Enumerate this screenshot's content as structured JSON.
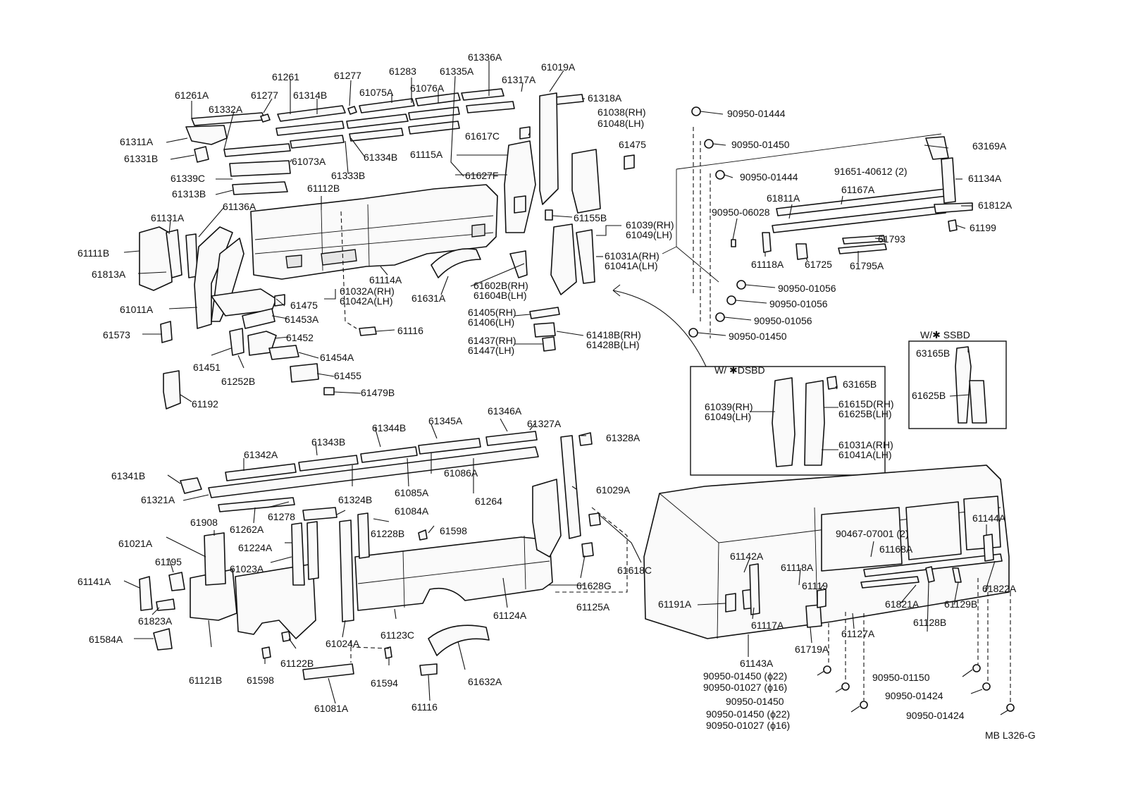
{
  "diagram": {
    "code": "MB L326-G",
    "inset_dsbd": "W/ ✱DSBD",
    "inset_ssbd": "W/✱ SSBD",
    "callouts": [
      "61336A",
      "61019A",
      "61283",
      "61335A",
      "61277",
      "61261",
      "61317A",
      "61261A",
      "61277",
      "61314B",
      "61075A",
      "61076A",
      "61318A",
      "61332A",
      "61038(RH)",
      "61048(LH)",
      "61311A",
      "61617C",
      "61475",
      "61331B",
      "61073A",
      "61334B",
      "61115A",
      "61333B",
      "61339C",
      "61627F",
      "61313B",
      "61112B",
      "61155B",
      "61131A",
      "61136A",
      "61039(RH)",
      "61049(LH)",
      "61111B",
      "61031A(RH)",
      "61041A(LH)",
      "61813A",
      "61114A",
      "61602B(RH)",
      "61604B(LH)",
      "61631A",
      "61032A(RH)",
      "61042A(LH)",
      "61475",
      "61011A",
      "61453A",
      "61405(RH)",
      "61406(LH)",
      "61116",
      "61573",
      "61452",
      "61418B(RH)",
      "61428B(LH)",
      "61437(RH)",
      "61447(LH)",
      "61451",
      "61454A",
      "61252B",
      "61455",
      "61479B",
      "61192",
      "90950-01444",
      "90950-01450",
      "63169A",
      "90950-01444",
      "91651-40612 (2)",
      "61134A",
      "61811A",
      "61167A",
      "90950-06028",
      "61812A",
      "61199",
      "61793",
      "61118A",
      "61725",
      "61795A",
      "90950-01056",
      "90950-01056",
      "90950-01056",
      "90950-01450",
      "61039(RH)",
      "61049(LH)",
      "63165B",
      "61615D(RH)",
      "61625B(LH)",
      "61031A(RH)",
      "61041A(LH)",
      "63165B",
      "61625B",
      "61346A",
      "61344B",
      "61345A",
      "61343B",
      "61327A",
      "61328A",
      "61342A",
      "61341B",
      "61321A",
      "61324B",
      "61086A",
      "61029A",
      "61085A",
      "61264",
      "61278",
      "61084A",
      "61262A",
      "61228B",
      "61598",
      "61908",
      "61224A",
      "61021A",
      "61195",
      "61023A",
      "61141A",
      "61823A",
      "61618C",
      "61628G",
      "61125A",
      "61584A",
      "61124A",
      "61024A",
      "61123C",
      "61121B",
      "61122B",
      "61598",
      "61594",
      "61632A",
      "61081A",
      "61116",
      "61144A",
      "90467-07001 (2)",
      "61142A",
      "61168A",
      "61118A",
      "61119",
      "61191A",
      "61821A",
      "61129B",
      "61822A",
      "61128B",
      "61117A",
      "61127A",
      "61143A",
      "61719A",
      "90950-01450 (ϕ22)",
      "90950-01027 (ϕ16)",
      "90950-01450",
      "90950-01450 (ϕ22)",
      "90950-01027 (ϕ16)",
      "90950-01150",
      "90950-01424",
      "90950-01424"
    ]
  }
}
